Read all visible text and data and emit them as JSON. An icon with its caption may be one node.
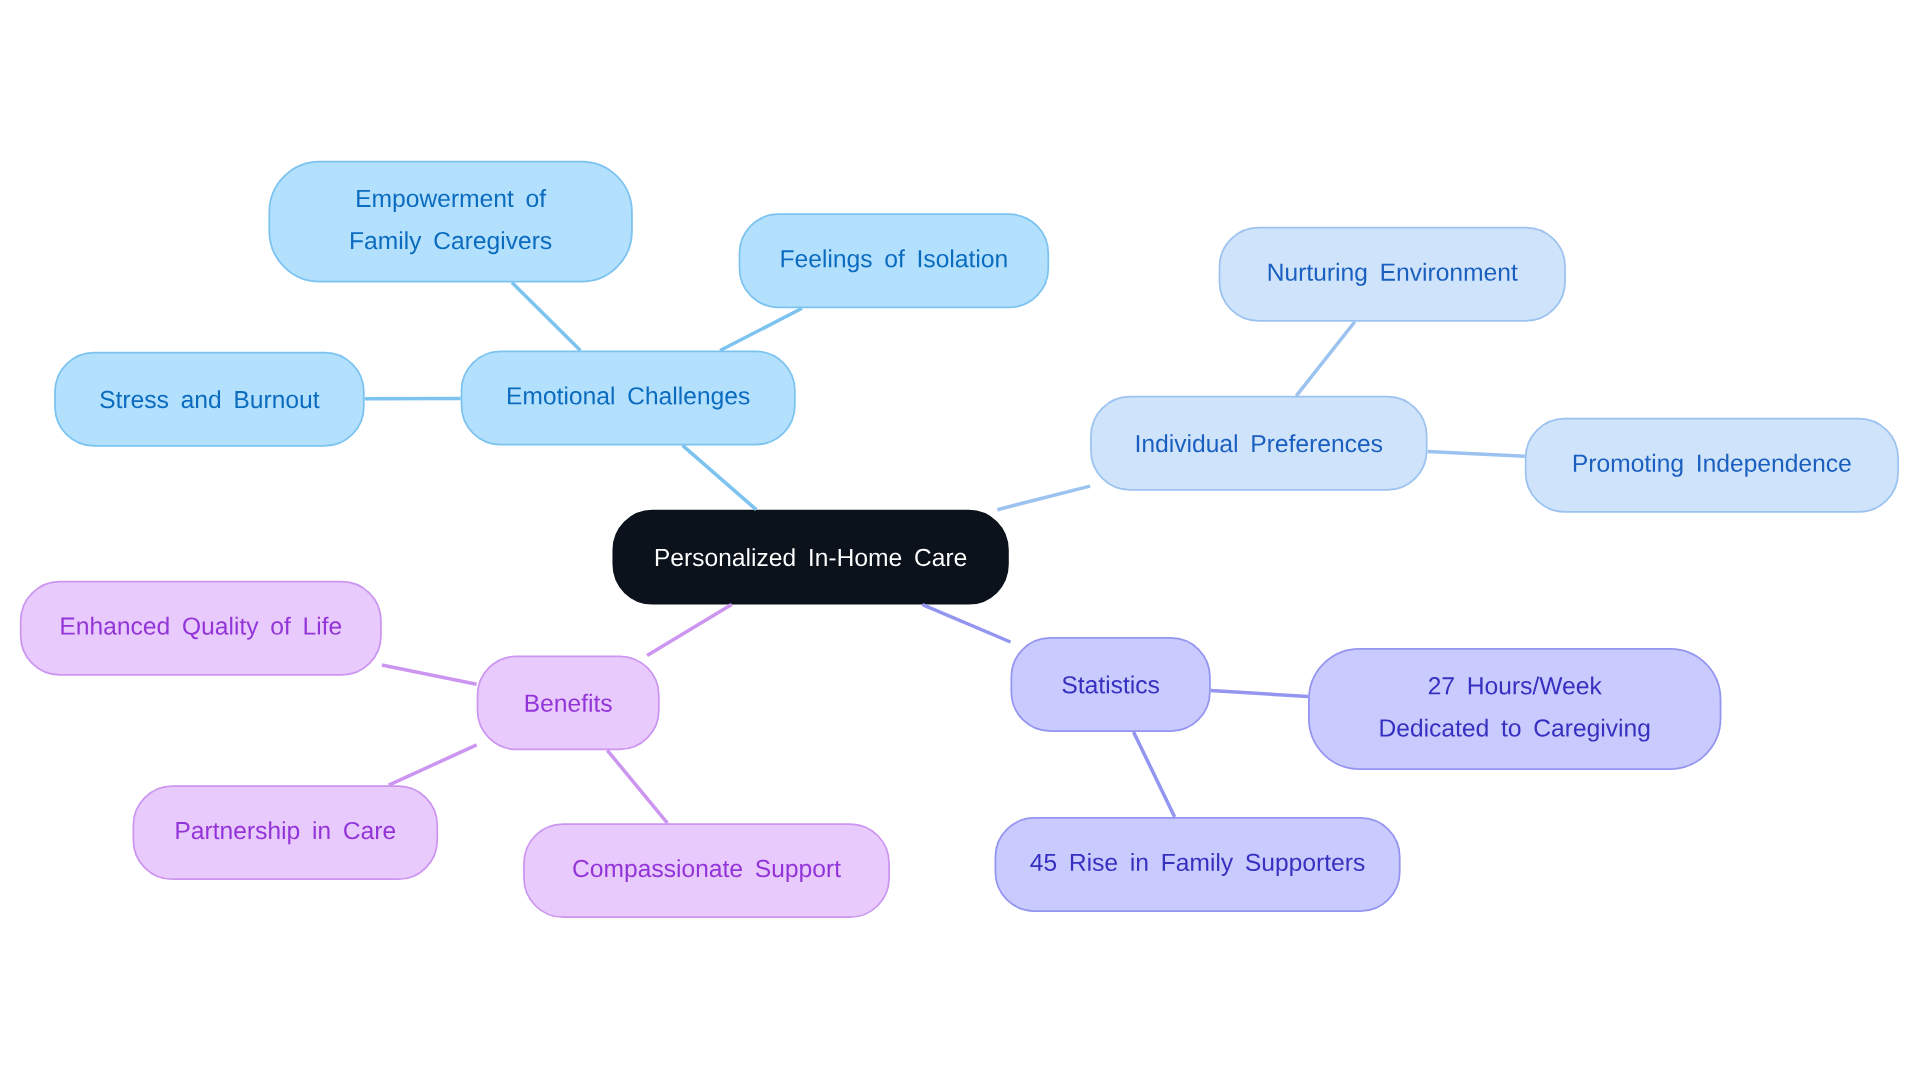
{
  "diagram": {
    "nodes": [
      {
        "text": [
          "Personalized In-Home Care"
        ]
      },
      {
        "text": [
          "Emotional Challenges"
        ]
      },
      {
        "text": [
          "Empowerment of Family Caregivers"
        ]
      },
      {
        "text": [
          "Feelings of Isolation"
        ]
      },
      {
        "text": [
          "Stress and Burnout"
        ]
      },
      {
        "text": [
          "Individual Preferences"
        ]
      },
      {
        "text": [
          "Nurturing Environment"
        ]
      },
      {
        "text": [
          "Promoting Independence"
        ]
      },
      {
        "text": [
          "Statistics"
        ]
      },
      {
        "text": [
          "27 Hours/Week Dedicated to Caregiving"
        ]
      },
      {
        "text": [
          "45 Rise in Family Supporters"
        ]
      },
      {
        "text": [
          "Benefits"
        ]
      },
      {
        "text": [
          "Enhanced Quality of Life"
        ]
      },
      {
        "text": [
          "Partnership in Care"
        ]
      },
      {
        "text": [
          "Compassionate Support"
        ]
      }
    ],
    "edges": [
      {
        "from": 0,
        "to": 1,
        "arrow": "none",
        "color": "#7cc3f0"
      },
      {
        "from": 1,
        "to": 2,
        "arrow": "none",
        "color": "#7cc3f0"
      },
      {
        "from": 1,
        "to": 3,
        "arrow": "none",
        "color": "#7cc3f0"
      },
      {
        "from": 1,
        "to": 4,
        "arrow": "none",
        "color": "#7cc3f0"
      },
      {
        "from": 0,
        "to": 5,
        "arrow": "none",
        "color": "#9cc3f0"
      },
      {
        "from": 5,
        "to": 6,
        "arrow": "none",
        "color": "#9cc3f0"
      },
      {
        "from": 5,
        "to": 7,
        "arrow": "none",
        "color": "#9cc3f0"
      },
      {
        "from": 0,
        "to": 8,
        "arrow": "none",
        "color": "#9495f0"
      },
      {
        "from": 8,
        "to": 9,
        "arrow": "none",
        "color": "#9495f0"
      },
      {
        "from": 8,
        "to": 10,
        "arrow": "none",
        "color": "#9495f0"
      },
      {
        "from": 0,
        "to": 11,
        "arrow": "none",
        "color": "#cc96f0"
      },
      {
        "from": 11,
        "to": 12,
        "arrow": "none",
        "color": "#cc96f0"
      },
      {
        "from": 11,
        "to": 13,
        "arrow": "none",
        "color": "#cc96f0"
      },
      {
        "from": 11,
        "to": 14,
        "arrow": "none",
        "color": "#cc96f0"
      }
    ]
  }
}
